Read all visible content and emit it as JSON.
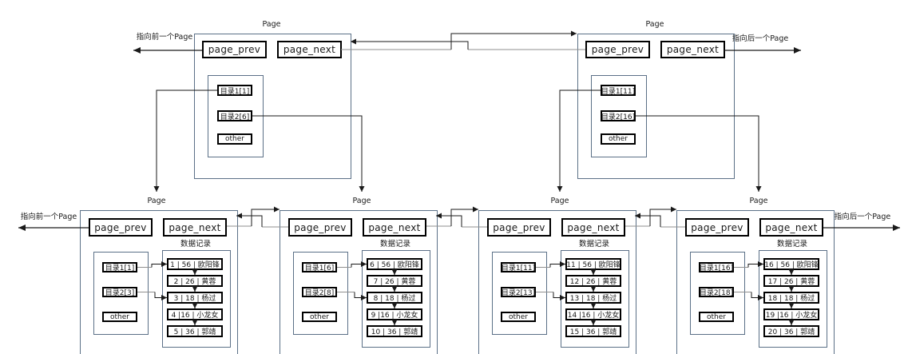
{
  "diagram": {
    "page_title": "Page",
    "prev_box": "page_prev",
    "next_box": "page_next",
    "data_records_label": "数据记录",
    "prev_edge_label": "指向前一个Page",
    "next_edge_label": "指向后一个Page"
  },
  "top_pages": [
    {
      "directory": [
        "目录1[1]",
        "目录2[6]",
        "other"
      ]
    },
    {
      "directory": [
        "目录1[11]",
        "目录2[16]",
        "other"
      ]
    }
  ],
  "bottom_pages": [
    {
      "directory": [
        "目录1[1]",
        "目录2[3]",
        "other"
      ],
      "records": [
        "1 | 56 | 欧阳锋",
        "2 | 26 | 黄蓉",
        "3 | 18 | 杨过",
        "4 |16 | 小龙女",
        "5 | 36 | 郭靖"
      ]
    },
    {
      "directory": [
        "目录1[6]",
        "目录2[8]",
        "other"
      ],
      "records": [
        "6 | 56 | 欧阳锋",
        "7 | 26 | 黄蓉",
        "8 | 18 | 杨过",
        "9 |16 | 小龙女",
        "10 | 36 | 郭靖"
      ]
    },
    {
      "directory": [
        "目录1[11]",
        "目录2[13]",
        "other"
      ],
      "records": [
        "11 | 56 | 欧阳锋",
        "12 | 26 | 黄蓉",
        "13 | 18 | 杨过",
        "14 |16 | 小龙女",
        "15 | 36 | 郭靖"
      ]
    },
    {
      "directory": [
        "目录1[16]",
        "目录2[18]",
        "other"
      ],
      "records": [
        "16 | 56 | 欧阳锋",
        "17 | 26 | 黄蓉",
        "18 | 18 | 杨过",
        "19 |16 | 小龙女",
        "20 | 36 | 郭靖"
      ]
    }
  ],
  "colors": {
    "page_border": "#5b7087",
    "inner_border": "#000000",
    "wire": "#1a1a1a",
    "wire_dim": "#8f8f8f",
    "background": "#ffffff"
  }
}
